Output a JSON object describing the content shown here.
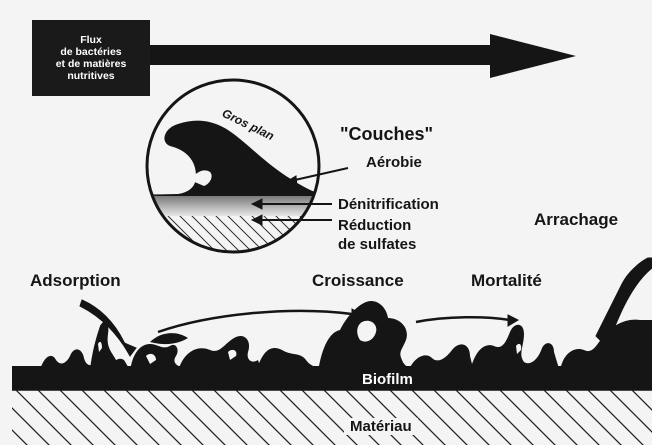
{
  "flux_box": {
    "lines": [
      "Flux",
      "de bactéries",
      "et de matières",
      "nutritives"
    ]
  },
  "closeup": {
    "label": "Gros plan",
    "title": "\"Couches\"",
    "layers": [
      "Aérobie",
      "Dénitrification",
      "Réduction",
      "de sulfates"
    ]
  },
  "stages": {
    "adsorption": "Adsorption",
    "croissance": "Croissance",
    "mortalite": "Mortalité",
    "arrachage": "Arrachage"
  },
  "layers": {
    "biofilm": "Biofilm",
    "materiau": "Matériau"
  },
  "colors": {
    "ink": "#151515",
    "background": "#f4f4f4",
    "gradient_dark": "#6f6f6f",
    "gradient_light": "#e6e6e6"
  }
}
